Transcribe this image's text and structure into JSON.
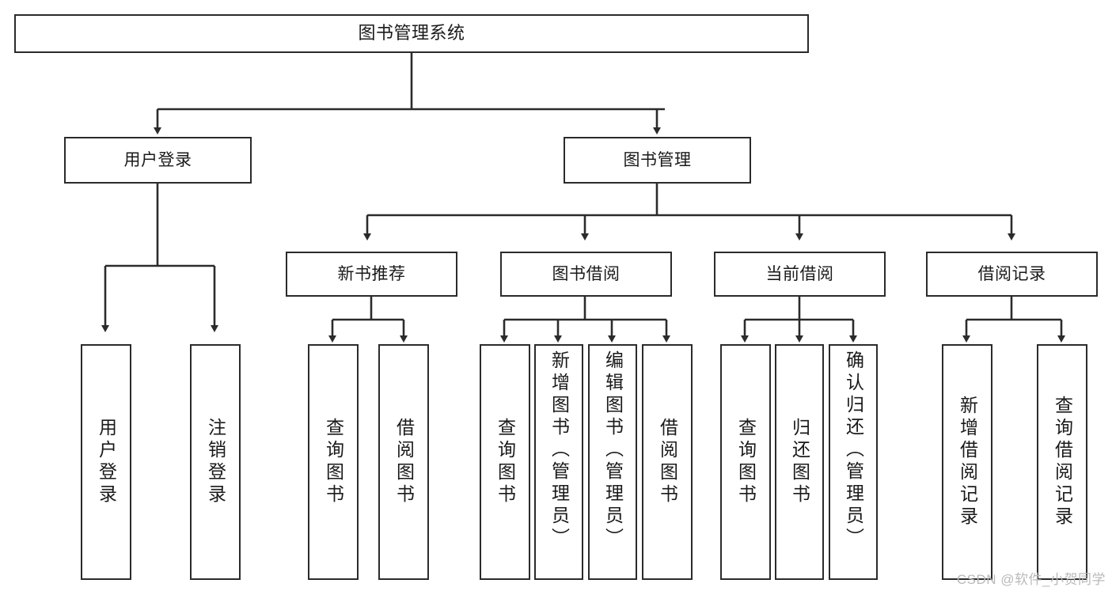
{
  "diagram": {
    "title": "图书管理系统",
    "type": "tree-hierarchy",
    "root": {
      "label": "图书管理系统"
    },
    "level1": [
      {
        "label": "用户登录"
      },
      {
        "label": "图书管理"
      }
    ],
    "level2": [
      {
        "label": "新书推荐",
        "parent": "图书管理"
      },
      {
        "label": "图书借阅",
        "parent": "图书管理"
      },
      {
        "label": "当前借阅",
        "parent": "图书管理"
      },
      {
        "label": "借阅记录",
        "parent": "图书管理"
      }
    ],
    "leaves": [
      {
        "label": "用户登录",
        "parent": "用户登录"
      },
      {
        "label": "注销登录",
        "parent": "用户登录"
      },
      {
        "label": "查询图书",
        "parent": "新书推荐"
      },
      {
        "label": "借阅图书",
        "parent": "新书推荐"
      },
      {
        "label": "查询图书",
        "parent": "图书借阅"
      },
      {
        "label": "新增图书（管理员）",
        "parent": "图书借阅"
      },
      {
        "label": "编辑图书（管理员）",
        "parent": "图书借阅"
      },
      {
        "label": "借阅图书",
        "parent": "图书借阅"
      },
      {
        "label": "查询图书",
        "parent": "当前借阅"
      },
      {
        "label": "归还图书",
        "parent": "当前借阅"
      },
      {
        "label": "确认归还（管理员）",
        "parent": "当前借阅"
      },
      {
        "label": "新增借阅记录",
        "parent": "借阅记录"
      },
      {
        "label": "查询借阅记录",
        "parent": "借阅记录"
      }
    ],
    "watermark": "CSDN @软件_小贺同学",
    "colors": {
      "stroke": "#2b2b2b",
      "fill": "#ffffff",
      "text": "#1a1a1a",
      "watermark": "#b9b9b9"
    }
  }
}
